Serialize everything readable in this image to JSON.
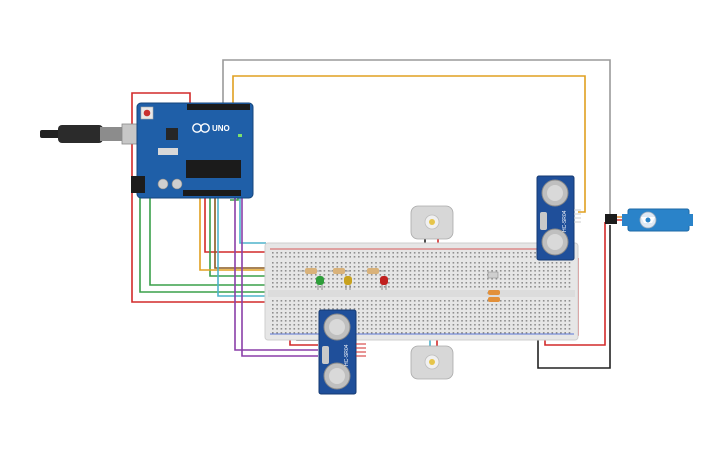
{
  "arduino": {
    "logo_text": "UNO",
    "board_color": "#1f5fa8",
    "usb_cable_color": "#222222"
  },
  "sensors": [
    {
      "id": "ultrasonic-top",
      "label": "HC-SR04"
    },
    {
      "id": "ultrasonic-bottom",
      "label": "HC-SR04"
    }
  ],
  "motors": [
    {
      "id": "dc-motor-top"
    },
    {
      "id": "dc-motor-bottom"
    }
  ],
  "leds": [
    {
      "id": "led-green",
      "color": "#2e9e3a"
    },
    {
      "id": "led-yellow",
      "color": "#c8a21e"
    },
    {
      "id": "led-red",
      "color": "#c0201f"
    }
  ],
  "servo": {
    "id": "servo-motor",
    "color": "#2a83c9"
  },
  "wire_colors": {
    "red": "#d22a2a",
    "black": "#222222",
    "green": "#3aa04a",
    "orange": "#e0a020",
    "purple": "#8a3fa8",
    "cyan": "#4fb3cc",
    "gray": "#9a9a9a",
    "brown": "#8a5a22"
  }
}
